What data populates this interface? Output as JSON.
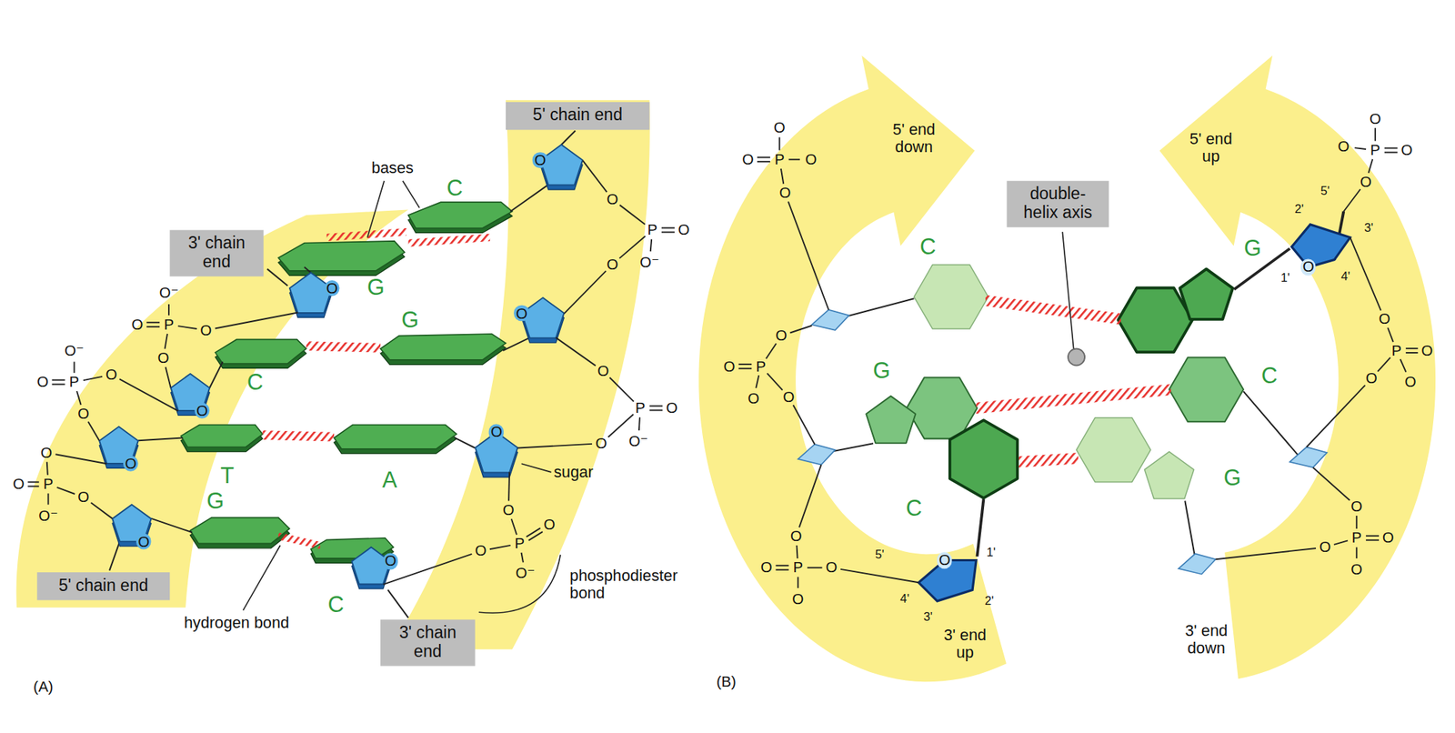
{
  "diagram": {
    "nodes": [
      {
        "text": [
          "5' chain end"
        ]
      },
      {
        "text": [
          "3' chain end"
        ]
      },
      {
        "text": [
          "5' chain end"
        ]
      },
      {
        "text": [
          "3' chain end"
        ]
      },
      {
        "text": [
          "double-helix axis"
        ]
      }
    ],
    "labels": [
      "bases",
      "C",
      "G",
      "G",
      "C",
      "T",
      "A",
      "sugar",
      "G",
      "C",
      "hydrogen bond",
      "phosphodiester bond",
      "(A)",
      "5' end down",
      "5' end up",
      "C",
      "G",
      "C",
      "G",
      "C",
      "G",
      "3' end up",
      "3' end down",
      "(B)",
      "O",
      "P",
      "O",
      "O⁻",
      "O",
      "O",
      "P",
      "O",
      "O⁻",
      "O",
      "O",
      "P",
      "O",
      "O⁻",
      "O",
      "O",
      "P",
      "O",
      "O⁻",
      "O",
      "O",
      "P",
      "O",
      "O⁻",
      "O",
      "O",
      "P",
      "O",
      "O⁻",
      "O",
      "O",
      "O",
      "O",
      "O",
      "O",
      "O",
      "O",
      "O",
      "O",
      "P",
      "O",
      "O",
      "O",
      "O",
      "P",
      "O",
      "O",
      "O",
      "O",
      "P",
      "O",
      "O",
      "O",
      "O",
      "P",
      "O",
      "O",
      "O",
      "O",
      "P",
      "O",
      "O",
      "O",
      "O",
      "P",
      "O",
      "O",
      "O",
      "O",
      "O",
      "1'",
      "2'",
      "3'",
      "4'",
      "5'",
      "1'",
      "2'",
      "3'",
      "4'",
      "5'"
    ]
  }
}
